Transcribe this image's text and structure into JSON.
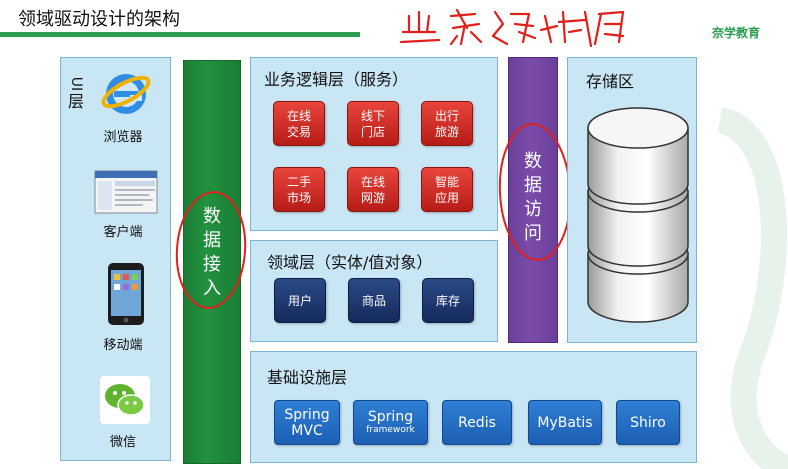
{
  "header": {
    "title": "领域驱动设计的架构",
    "brand": "奈学教育"
  },
  "handwritten_note": "业务领域层",
  "ui_layer": {
    "label_chars": [
      "UI",
      "层"
    ],
    "clients": [
      {
        "label": "浏览器",
        "icon": "browser-icon"
      },
      {
        "label": "客户端",
        "icon": "desktop-client-icon"
      },
      {
        "label": "移动端",
        "icon": "mobile-phone-icon"
      },
      {
        "label": "微信",
        "icon": "wechat-icon"
      }
    ]
  },
  "data_access_in": {
    "chars": [
      "数",
      "据",
      "接",
      "入"
    ]
  },
  "business_layer": {
    "title": "业务逻辑层（服务）",
    "services": [
      {
        "line1": "在线",
        "line2": "交易"
      },
      {
        "line1": "线下",
        "line2": "门店"
      },
      {
        "line1": "出行",
        "line2": "旅游"
      },
      {
        "line1": "二手",
        "line2": "市场"
      },
      {
        "line1": "在线",
        "line2": "网游"
      },
      {
        "line1": "智能",
        "line2": "应用"
      }
    ]
  },
  "domain_layer": {
    "title": "领域层（实体/值对象）",
    "entities": [
      "用户",
      "商品",
      "库存"
    ]
  },
  "data_access_out": {
    "chars": [
      "数",
      "据",
      "访",
      "问"
    ]
  },
  "storage": {
    "title": "存储区",
    "icon": "database-cylinder-icon"
  },
  "infrastructure_layer": {
    "title": "基础设施层",
    "components": [
      {
        "main": "Spring",
        "main2": "MVC",
        "sub": ""
      },
      {
        "main": "Spring",
        "main2": "",
        "sub": "framework"
      },
      {
        "main": "Redis",
        "main2": "",
        "sub": ""
      },
      {
        "main": "MyBatis",
        "main2": "",
        "sub": ""
      },
      {
        "main": "Shiro",
        "main2": "",
        "sub": ""
      }
    ]
  },
  "colors": {
    "panel": "#c9e6f4",
    "green_bar": "#22913f",
    "purple_bar": "#7b4cab",
    "service_red": "#d0302a",
    "entity_navy": "#1f3a72",
    "infra_blue": "#2670c4",
    "annotation_red": "#e0201b",
    "brand_green": "#2d9d52"
  }
}
